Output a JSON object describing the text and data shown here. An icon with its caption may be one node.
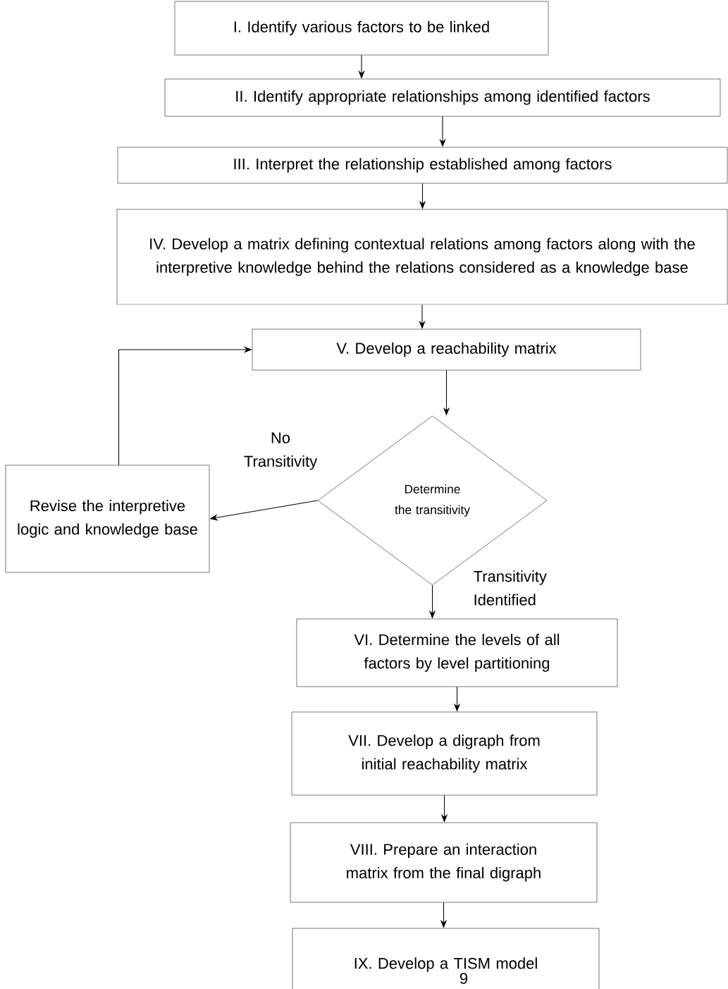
{
  "diagram": {
    "nodes": [
      {
        "text": [
          "I. Identify various factors to be linked"
        ]
      },
      {
        "text": [
          "II. Identify appropriate relationships among identified factors"
        ]
      },
      {
        "text": [
          "III. Interpret the relationship established among factors"
        ]
      },
      {
        "text": [
          "IV. Develop a matrix defining contextual relations among factors along with the interpretive knowledge behind the relations considered as a knowledge base"
        ]
      },
      {
        "text": [
          "V. Develop a reachability matrix"
        ]
      },
      {
        "text": [
          "Determine the transitivity"
        ]
      },
      {
        "text": [
          "Revise the interpretive logic and knowledge base"
        ]
      },
      {
        "text": [
          "VI. Determine the levels of all factors by level partitioning"
        ]
      },
      {
        "text": [
          "VII. Develop a digraph from initial reachability matrix"
        ]
      },
      {
        "text": [
          "VIII. Prepare an interaction matrix from the final digraph"
        ]
      },
      {
        "text": [
          "IX. Develop a TISM model"
        ]
      }
    ],
    "edges": [
      {
        "from": 0,
        "to": 1,
        "arrow": "to"
      },
      {
        "from": 1,
        "to": 2,
        "arrow": "to"
      },
      {
        "from": 2,
        "to": 3,
        "arrow": "to"
      },
      {
        "from": 3,
        "to": 4,
        "arrow": "to"
      },
      {
        "from": 4,
        "to": 5,
        "arrow": "to"
      },
      {
        "from": 5,
        "to": 6,
        "arrow": "to",
        "label": "No Transitivity"
      },
      {
        "from": 6,
        "to": 4,
        "arrow": "to"
      },
      {
        "from": 5,
        "to": 7,
        "arrow": "to",
        "label": "Transitivity Identified"
      },
      {
        "from": 7,
        "to": 8,
        "arrow": "to"
      },
      {
        "from": 8,
        "to": 9,
        "arrow": "to"
      },
      {
        "from": 9,
        "to": 10,
        "arrow": "to"
      }
    ],
    "labels": [
      "9"
    ]
  }
}
